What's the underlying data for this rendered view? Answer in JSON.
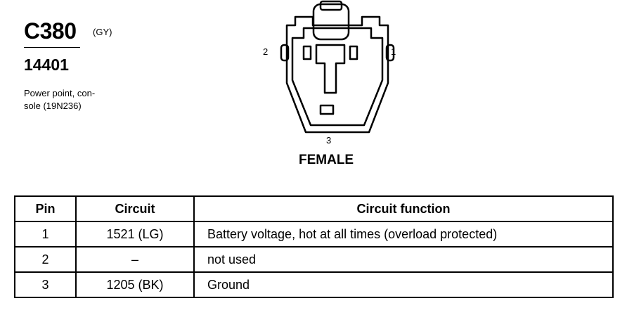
{
  "connector": {
    "id": "C380",
    "color_code": "(GY)",
    "part_number": "14401",
    "description_lines": [
      "Power point, con-",
      "sole (19N236)"
    ],
    "gender": "FEMALE",
    "pin_labels": {
      "left": "2",
      "right": "1",
      "bottom": "3"
    }
  },
  "table": {
    "headers": {
      "pin": "Pin",
      "circuit": "Circuit",
      "function": "Circuit function"
    },
    "rows": [
      {
        "pin": "1",
        "circuit": "1521 (LG)",
        "function": "Battery voltage, hot at all times (overload protected)"
      },
      {
        "pin": "2",
        "circuit": "–",
        "function": "not used"
      },
      {
        "pin": "3",
        "circuit": "1205 (BK)",
        "function": "Ground"
      }
    ]
  }
}
